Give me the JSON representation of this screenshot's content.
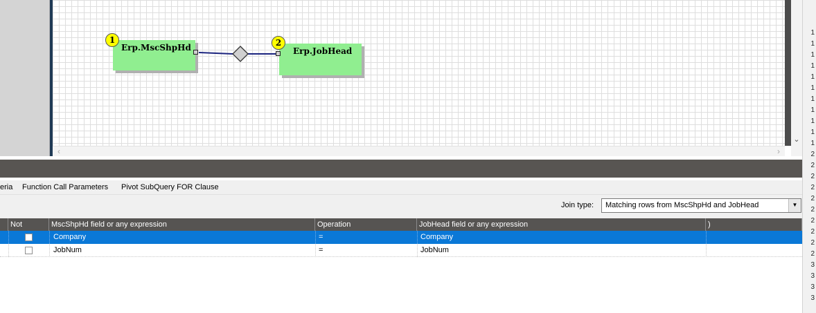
{
  "diagram": {
    "tables": [
      {
        "number": "1",
        "name": "Erp.MscShpHd"
      },
      {
        "number": "2",
        "name": "Erp.JobHead"
      }
    ]
  },
  "tabs": [
    "eria",
    "Function Call Parameters",
    "Pivot SubQuery FOR Clause"
  ],
  "join": {
    "label": "Join type:",
    "value": "Matching rows from MscShpHd and JobHead"
  },
  "grid": {
    "columns": [
      "Not",
      "MscShpHd field or any expression",
      "Operation",
      "JobHead field or any expression",
      ")"
    ],
    "rows": [
      {
        "not": false,
        "left": "Company",
        "op": "=",
        "right": "Company",
        "selected": true
      },
      {
        "not": false,
        "left": "JobNum",
        "op": "=",
        "right": "JobNum",
        "selected": false
      }
    ]
  },
  "right_column_numbers": [
    "1",
    "1",
    "1",
    "1",
    "1",
    "1",
    "1",
    "1",
    "1",
    "1",
    "1",
    "2",
    "2",
    "2",
    "2",
    "2",
    "2",
    "2",
    "2",
    "2",
    "2",
    "3",
    "3",
    "3",
    "3"
  ],
  "colors": {
    "table_fill": "#90ee90",
    "badge": "#ffff00",
    "selection": "#0a78d7",
    "header": "#565452"
  }
}
